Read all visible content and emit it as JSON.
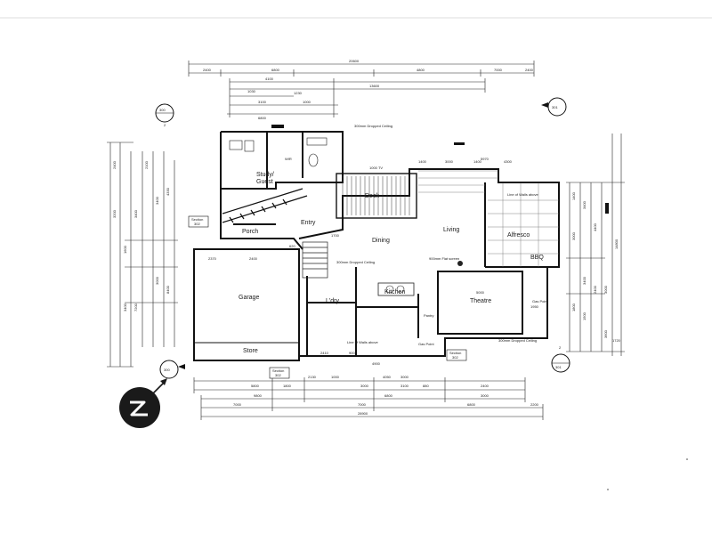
{
  "rooms": {
    "study": "Study/",
    "guest": "Guest",
    "porch": "Porch",
    "entry": "Entry",
    "deck": "Deck",
    "dining": "Dining",
    "living": "Living",
    "alfresco": "Alfresco",
    "bbq": "BBQ",
    "garage": "Garage",
    "store": "Store",
    "kitchen": "Kitchen",
    "ldry": "L'dry",
    "theatre": "Theatre",
    "pantry": "Pantry",
    "wir": "WIR"
  },
  "notes": {
    "dropped_ceiling_top": "300mm Dropped Ceiling",
    "dropped_ceiling_dining": "300mm Dropped Ceiling",
    "flat_screen": "900mm Flat screen",
    "theatre_dropped": "300mm Dropped Ceiling",
    "line_of_walls": "Line of Walls above",
    "line_of_walls_bottom": "Line of Walls above",
    "gas_point": "Gas Point",
    "gas_point_right": "Gas Point",
    "tv_unit": "1000 TV"
  },
  "section_markers": {
    "top_left_num": "300",
    "top_left_sheet": "2",
    "top_right_num": "301",
    "bottom_left_num": "300",
    "bottom_right_num": "301",
    "bottom_right_sheet": "2",
    "section_left": "Section",
    "section_left_sheet": "302",
    "section_bottom": "Section",
    "section_bottom_sheet": "302",
    "section_right": "Section",
    "section_right_sheet": "302"
  },
  "dimensions": {
    "top_overall": "20600",
    "top_row2": [
      "2400",
      "6800",
      "4800",
      "7000",
      "2400"
    ],
    "top_row3": [
      "4100",
      "13600"
    ],
    "top_row4": [
      "1030",
      "1230"
    ],
    "top_row5": [
      "3100",
      "1000"
    ],
    "top_row6": "6800",
    "deck_row": [
      "1400",
      "3000",
      "1400",
      "4300"
    ],
    "bottom_overall": "28900",
    "bottom_row1": [
      "5800",
      "1800",
      "3000",
      "3100",
      "880",
      "2400"
    ],
    "bottom_row2": [
      "2130",
      "1000",
      "4050",
      "3000"
    ],
    "bottom_row3": [
      "9800",
      "6800",
      "3000"
    ],
    "bottom_row4": [
      "7000",
      "7000",
      "6800",
      "2200"
    ],
    "left_col": [
      "2400",
      "3200",
      "1600",
      "3400",
      "3400",
      "7200"
    ],
    "left_col2": [
      "2100",
      "3400",
      "4330",
      "3000",
      "8400"
    ],
    "right_col": [
      "1400",
      "3000",
      "4400",
      "3400",
      "1800",
      "14800"
    ],
    "right_col2": [
      "3400",
      "2400",
      "3000",
      "1500",
      "3600"
    ],
    "garage_label": "2370",
    "garage_width": "2400",
    "theatre_width": "5000",
    "kitchen_dim": "4900",
    "garage_gap": "2410",
    "gap_900": "900",
    "stair_620": "620",
    "stair_1700": "1700",
    "dropped_1950": "1950",
    "line_5970": "5970",
    "line_1720": "1720"
  }
}
